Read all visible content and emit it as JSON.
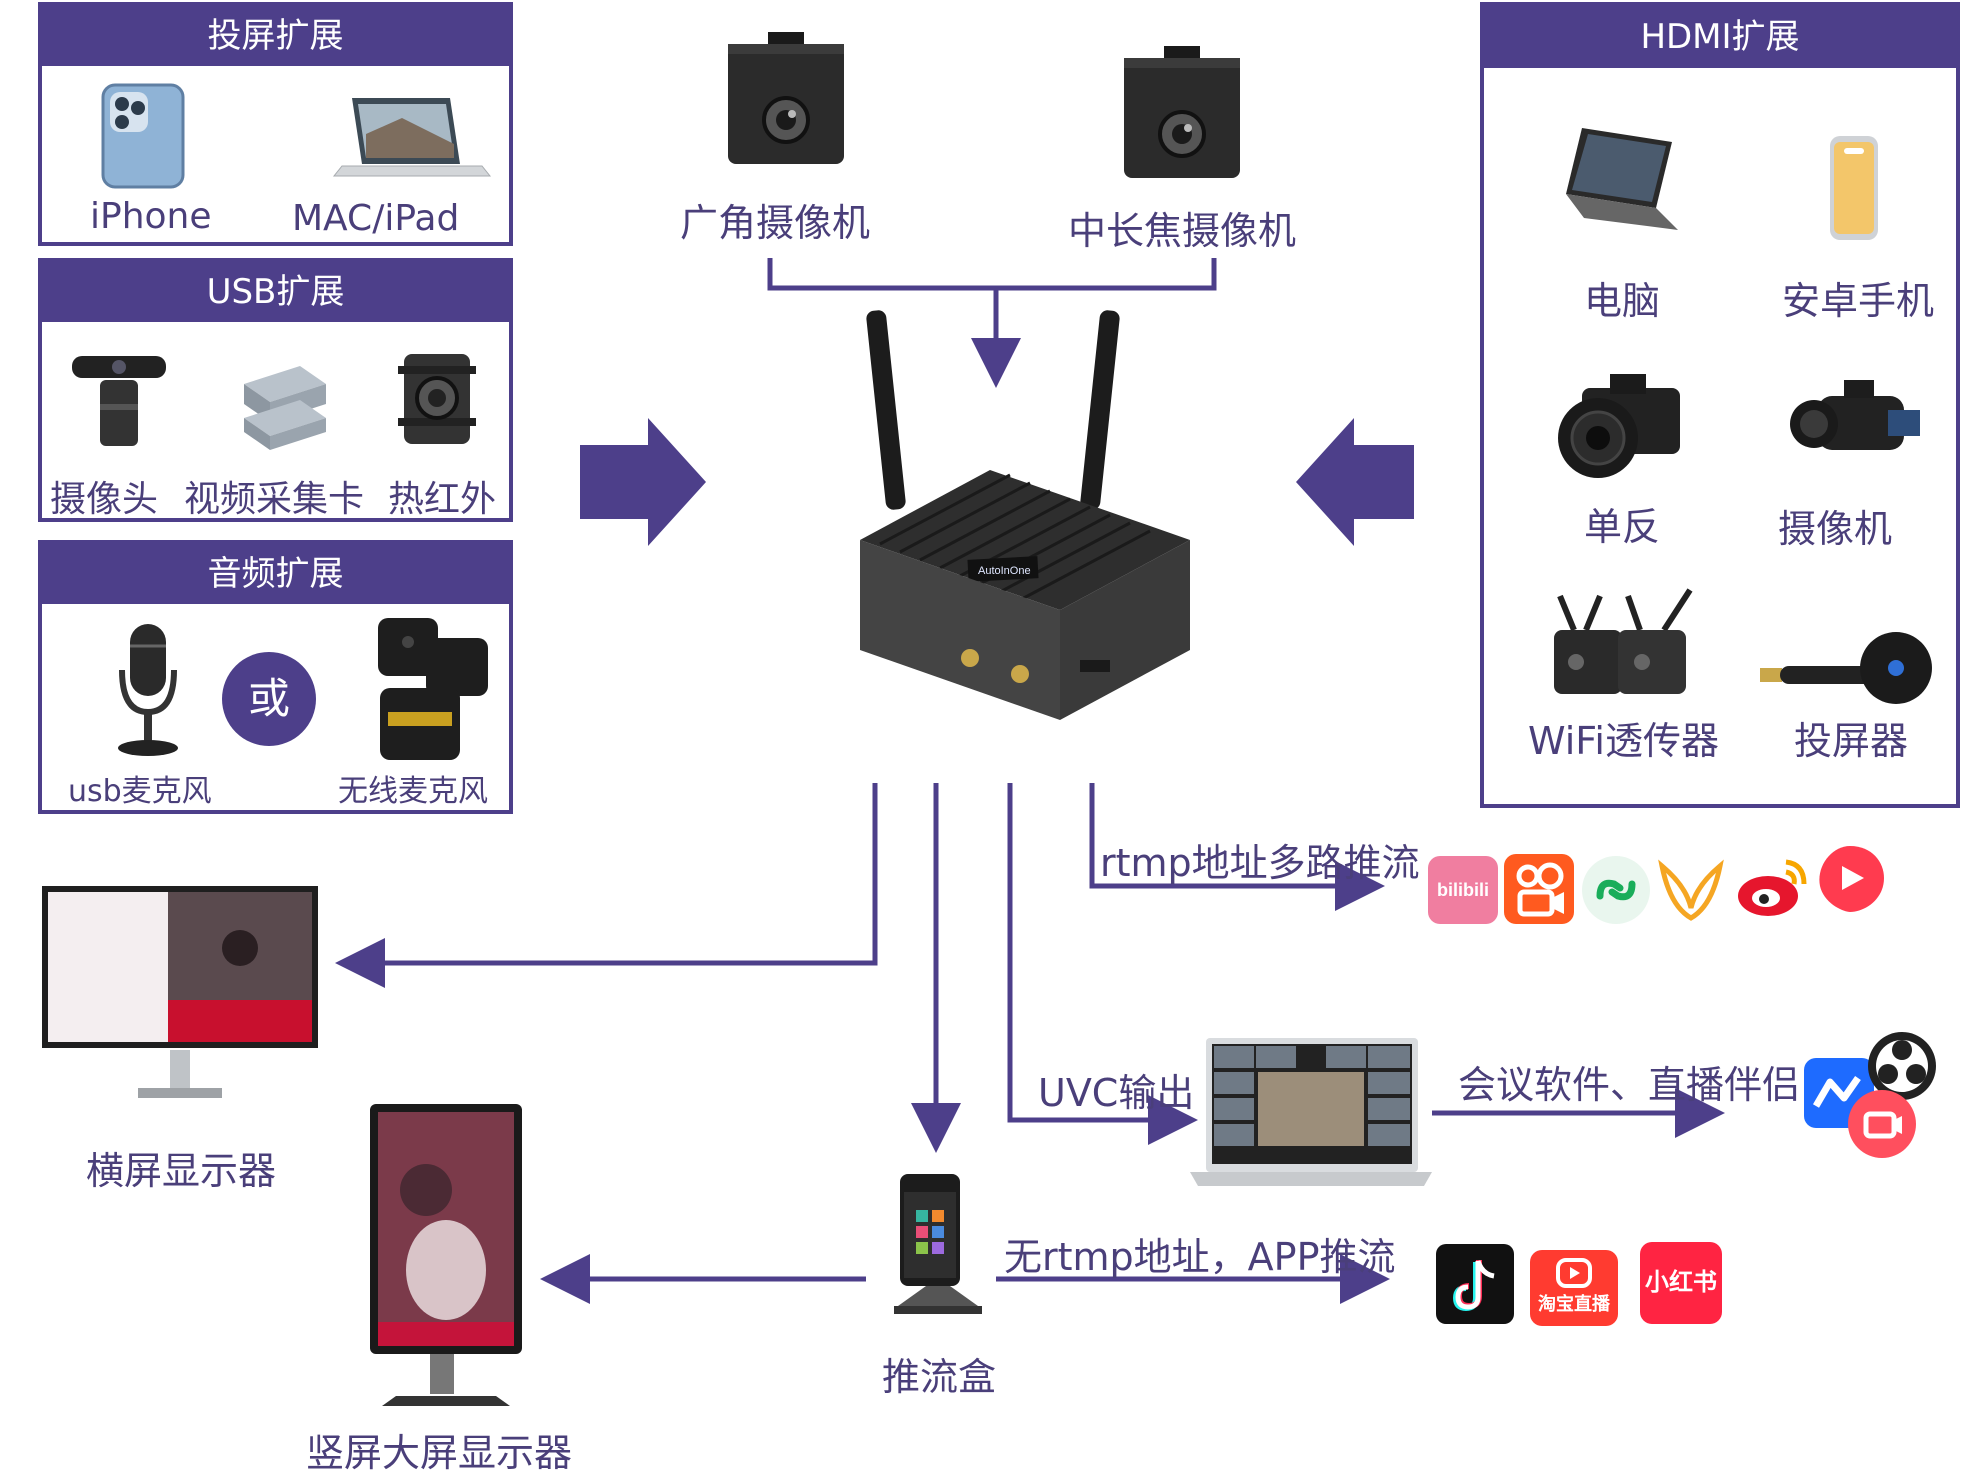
{
  "colors": {
    "accent": "#4d3f8a",
    "text": "#4a3f7a",
    "device": "#2b2b2b"
  },
  "left_panels": {
    "screen_cast": {
      "title": "投屏扩展",
      "items": [
        "iPhone",
        "MAC/iPad"
      ]
    },
    "usb": {
      "title": "USB扩展",
      "items": [
        "摄像头",
        "视频采集卡",
        "热红外"
      ]
    },
    "audio": {
      "title": "音频扩展",
      "items": [
        "usb麦克风",
        "无线麦克风"
      ],
      "or_label": "或"
    }
  },
  "cameras": {
    "wide": "广角摄像机",
    "tele": "中长焦摄像机"
  },
  "center_device": {
    "brand": "AutoInOne"
  },
  "hdmi_panel": {
    "title": "HDMI扩展",
    "items": [
      "电脑",
      "安卓手机",
      "单反",
      "摄像机",
      "WiFi透传器",
      "投屏器"
    ]
  },
  "outputs": {
    "rtmp_label": "rtmp地址多路推流",
    "uvc_label": "UVC输出",
    "meeting_label": "会议软件、直播伴侣",
    "app_push_label": "无rtmp地址，APP推流",
    "push_box": "推流盒",
    "landscape_monitor": "横屏显示器",
    "portrait_monitor": "竖屏大屏显示器"
  },
  "platform_logos": {
    "rtmp": [
      {
        "icon": "bilibili-icon",
        "text": "bilibili",
        "color": "#f07ea0"
      },
      {
        "icon": "kuaishou-icon",
        "text": "",
        "color": "#ff5a1f"
      },
      {
        "icon": "wechat-channels-icon",
        "text": "",
        "color": "#1aad5a"
      },
      {
        "icon": "channels-butterfly-icon",
        "text": "",
        "color": "#f5a623"
      },
      {
        "icon": "weibo-icon",
        "text": "",
        "color": "#e6162d"
      },
      {
        "icon": "play-icon",
        "text": "",
        "color": "#ff3b4f"
      }
    ],
    "meeting": [
      {
        "icon": "tencent-meeting-icon",
        "color": "#1e6bff"
      },
      {
        "icon": "obs-icon",
        "color": "#222222"
      },
      {
        "icon": "live-companion-icon",
        "color": "#ff4f5e"
      }
    ],
    "app": [
      {
        "icon": "douyin-icon",
        "text": "",
        "color": "#111111"
      },
      {
        "icon": "taobao-live-icon",
        "text": "淘宝直播",
        "color": "#ff3b30"
      },
      {
        "icon": "xiaohongshu-icon",
        "text": "小红书",
        "color": "#ff2442"
      }
    ]
  }
}
